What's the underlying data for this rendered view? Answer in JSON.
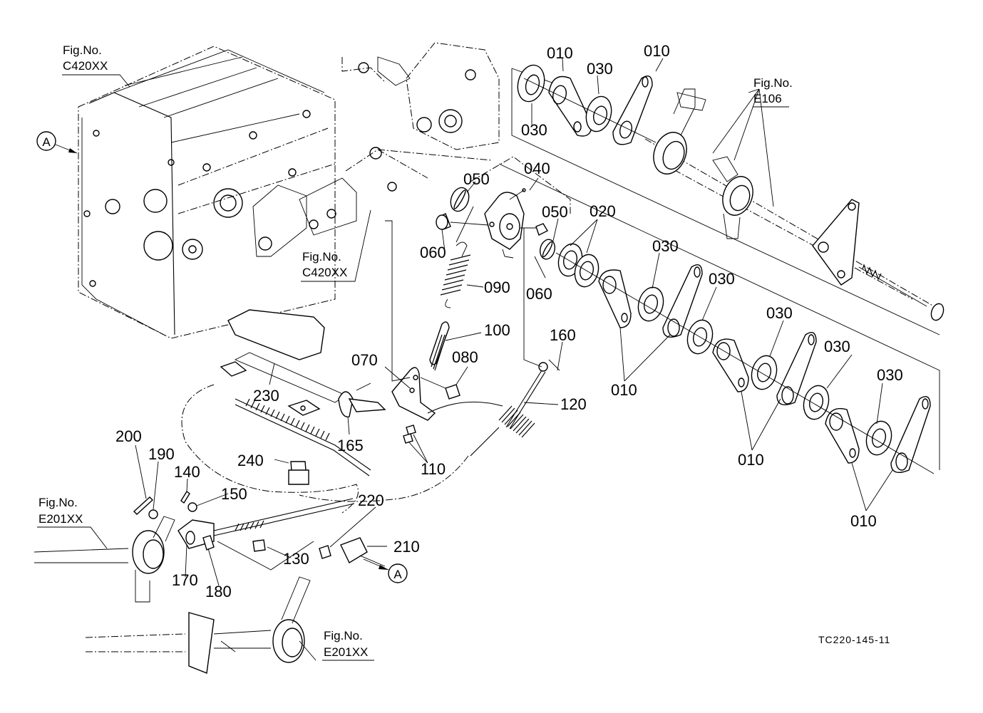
{
  "diagram": {
    "type": "exploded parts diagram",
    "drawing_code": "TC220-145-11",
    "figure_refs": [
      {
        "id": "fig-c420-top",
        "line1": "Fig.No.",
        "line2": "C420XX"
      },
      {
        "id": "fig-c420-mid",
        "line1": "Fig.No.",
        "line2": "C420XX"
      },
      {
        "id": "fig-e106",
        "line1": "Fig.No.",
        "line2": "E106"
      },
      {
        "id": "fig-e201-left",
        "line1": "Fig.No.",
        "line2": "E201XX"
      },
      {
        "id": "fig-e201-bottom",
        "line1": "Fig.No.",
        "line2": "E201XX"
      }
    ],
    "markers": [
      {
        "id": "marker-a-left",
        "text": "A"
      },
      {
        "id": "marker-a-right",
        "text": "A"
      }
    ],
    "callouts": [
      {
        "id": "c010a",
        "text": "010"
      },
      {
        "id": "c010b",
        "text": "010"
      },
      {
        "id": "c030a",
        "text": "030"
      },
      {
        "id": "c030b",
        "text": "030"
      },
      {
        "id": "c040",
        "text": "040"
      },
      {
        "id": "c050a",
        "text": "050"
      },
      {
        "id": "c050b",
        "text": "050"
      },
      {
        "id": "c020",
        "text": "020"
      },
      {
        "id": "c060a",
        "text": "060"
      },
      {
        "id": "c060b",
        "text": "060"
      },
      {
        "id": "c090",
        "text": "090"
      },
      {
        "id": "c030c",
        "text": "030"
      },
      {
        "id": "c030d",
        "text": "030"
      },
      {
        "id": "c030e",
        "text": "030"
      },
      {
        "id": "c030f",
        "text": "030"
      },
      {
        "id": "c030g",
        "text": "030"
      },
      {
        "id": "c010c",
        "text": "010"
      },
      {
        "id": "c010d",
        "text": "010"
      },
      {
        "id": "c010e",
        "text": "010"
      },
      {
        "id": "c100",
        "text": "100"
      },
      {
        "id": "c160",
        "text": "160"
      },
      {
        "id": "c070",
        "text": "070"
      },
      {
        "id": "c080",
        "text": "080"
      },
      {
        "id": "c120",
        "text": "120"
      },
      {
        "id": "c230",
        "text": "230"
      },
      {
        "id": "c165",
        "text": "165"
      },
      {
        "id": "c110",
        "text": "110"
      },
      {
        "id": "c240",
        "text": "240"
      },
      {
        "id": "c200",
        "text": "200"
      },
      {
        "id": "c190",
        "text": "190"
      },
      {
        "id": "c140",
        "text": "140"
      },
      {
        "id": "c150",
        "text": "150"
      },
      {
        "id": "c220",
        "text": "220"
      },
      {
        "id": "c210",
        "text": "210"
      },
      {
        "id": "c130",
        "text": "130"
      },
      {
        "id": "c170",
        "text": "170"
      },
      {
        "id": "c180",
        "text": "180"
      }
    ]
  }
}
